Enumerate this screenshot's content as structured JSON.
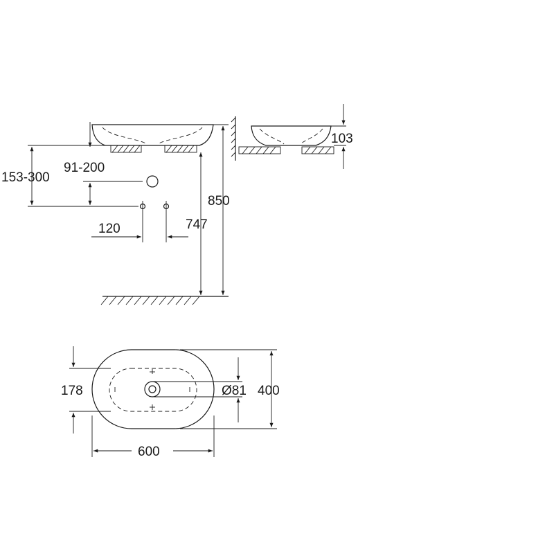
{
  "dimensions": {
    "mount_height_range": "153-300",
    "drain_height_range": "91-200",
    "tap_spacing": "120",
    "counter_height": "747",
    "total_height": "850",
    "basin_height": "103",
    "inner_width": "178",
    "drain_diameter": "Ø81",
    "basin_depth": "400",
    "basin_width": "600"
  },
  "colors": {
    "line": "#1a1a1a",
    "background": "#ffffff"
  }
}
